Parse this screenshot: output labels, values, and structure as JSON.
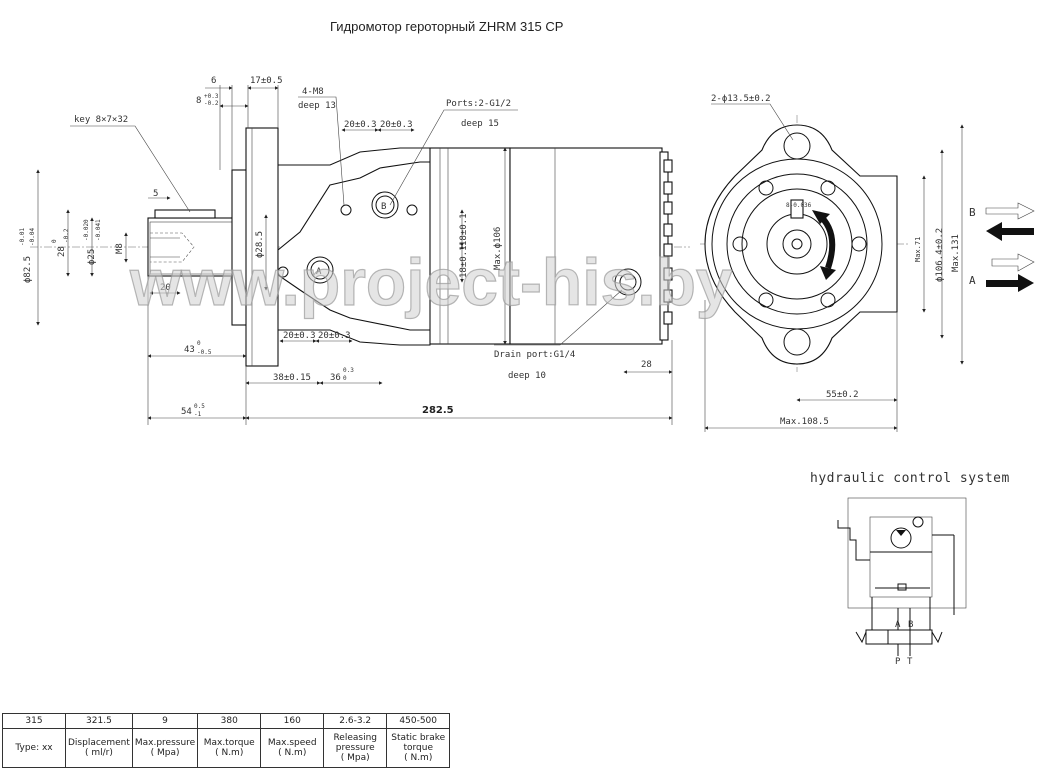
{
  "title": "Гидромотор героторный ZHRM 315 CP",
  "side_view": {
    "key_label": "key 8×7×32",
    "mount_holes_label": "4-M8",
    "mount_holes_depth": "deep 13",
    "ports_label": "Ports:2-G1/2",
    "ports_depth": "deep 15",
    "drain_label": "Drain port:G1/4",
    "drain_depth": "deep 10",
    "port_a": "A",
    "port_b": "B",
    "dims": {
      "d_6": "6",
      "d_17": "17±0.5",
      "d_8": "8",
      "d_8_tol_upper": "+0.3",
      "d_8_tol_lower": "-0.2",
      "d_20a": "20±0.3",
      "d_20b": "20±0.3",
      "d_5": "5",
      "d_82": "ϕ82.5",
      "d_82_tol_upper": "-0.01",
      "d_82_tol_lower": "-0.04",
      "d_28": "28",
      "d_28_tol_upper": "0",
      "d_28_tol_lower": "-0.2",
      "d_25": "ϕ25",
      "d_25_tol_upper": "-0.020",
      "d_25_tol_lower": "-0.041",
      "d_m8": "M8",
      "d_20": "20",
      "d_28_5": "ϕ28.5",
      "d_18_1": "18±0.1",
      "d_18_2": "18±0.1",
      "d_max106": "Max.ϕ106",
      "d_43": "43",
      "d_43_tol_upper": "0",
      "d_43_tol_lower": "-0.5",
      "d_20c": "20±0.3",
      "d_20d": "20±0.3",
      "d_38": "38±0.15",
      "d_36": "36",
      "d_36_tol_upper": "0.3",
      "d_36_tol_lower": "0",
      "d_28b": "28",
      "d_54": "54",
      "d_54_tol_upper": "0.5",
      "d_54_tol_lower": "-1",
      "d_282": "282.5"
    }
  },
  "front_view": {
    "holes_label": "2-ϕ13.5±0.2",
    "key_small": "8-0.036",
    "d_max71": "Max.71",
    "d_106": "ϕ106.4±0.2",
    "d_max131": "Max.131",
    "d_55": "55±0.2",
    "d_max108": "Max.108.5",
    "flow_b": "B",
    "flow_a": "A"
  },
  "hydraulic": {
    "heading": "hydraulic control system",
    "port_a": "A",
    "port_b": "B",
    "port_p": "P",
    "port_t": "T"
  },
  "watermark": "www.project-his.by",
  "spec_table": {
    "values": [
      "315",
      "321.5",
      "9",
      "380",
      "160",
      "2.6-3.2",
      "450-500"
    ],
    "labels": [
      [
        "Type: xx"
      ],
      [
        "Displacement",
        "( ml/r)"
      ],
      [
        "Max.pressure",
        "( Mpa)"
      ],
      [
        "Max.torque",
        "( N.m)"
      ],
      [
        "Max.speed",
        "( N.m)"
      ],
      [
        "Releasing",
        "pressure",
        "( Mpa)"
      ],
      [
        "Static brake",
        "torque",
        "( N.m)"
      ]
    ]
  }
}
